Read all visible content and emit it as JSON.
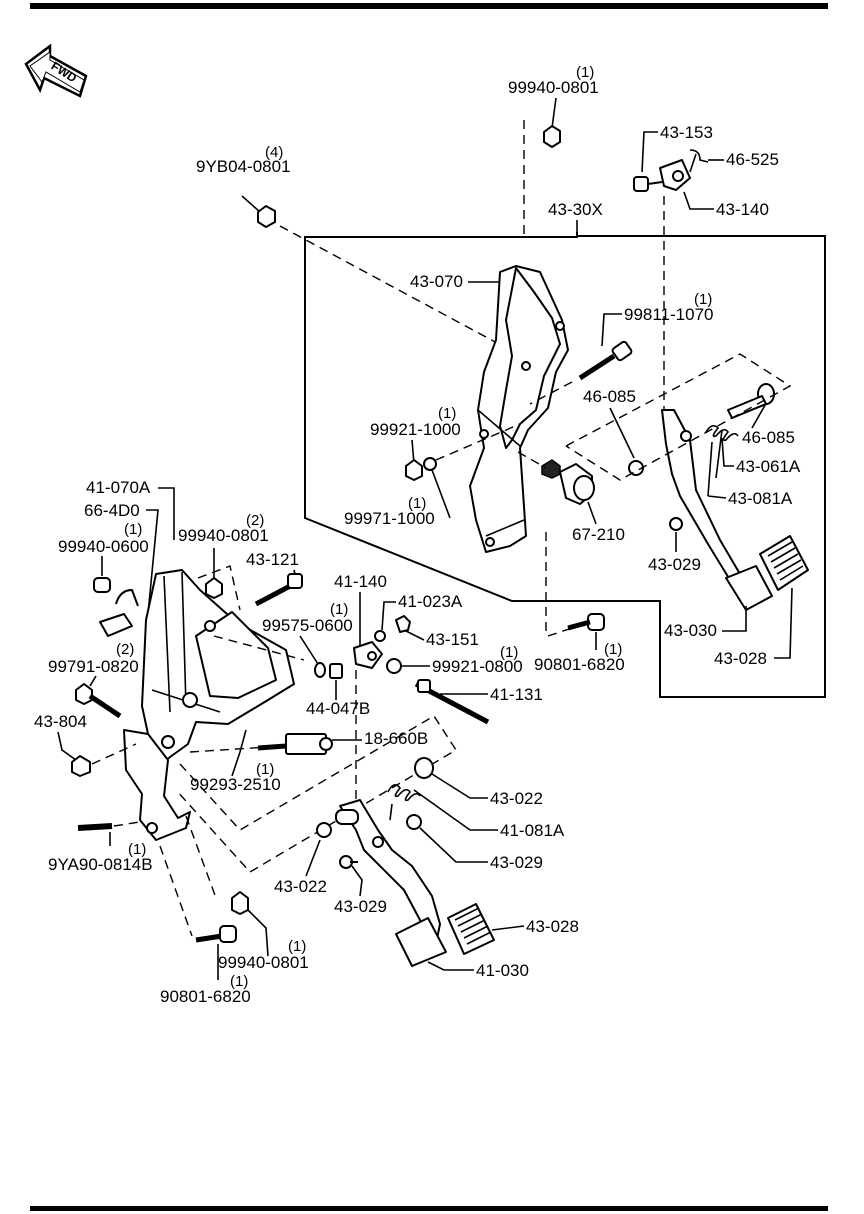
{
  "diagram": {
    "fwd_label": "FWD",
    "assembly_label": "43-30X",
    "colors": {
      "ink": "#000000",
      "paper": "#ffffff"
    },
    "labels": {
      "p_99940_0801_top": "99940-0801",
      "q_99940_0801_top": "(1)",
      "p_9yb04_0801": "9YB04-0801",
      "q_9yb04_0801": "(4)",
      "p_43_153": "43-153",
      "p_46_525": "46-525",
      "p_43_140": "43-140",
      "p_43_070": "43-070",
      "p_99811_1070": "99811-1070",
      "q_99811_1070": "(1)",
      "p_46_085_a": "46-085",
      "p_46_085_b": "46-085",
      "p_43_061a": "43-061A",
      "p_99921_1000": "99921-1000",
      "q_99921_1000": "(1)",
      "p_43_081a": "43-081A",
      "p_99971_1000": "99971-1000",
      "q_99971_1000": "(1)",
      "p_67_210": "67-210",
      "p_43_029_right": "43-029",
      "p_41_070a": "41-070A",
      "p_66_4d0": "66-4D0",
      "q_66_4d0": "(1)",
      "p_99940_0600": "99940-0600",
      "p_99940_0801_mid": "99940-0801",
      "q_99940_0801_mid": "(2)",
      "p_43_121": "43-121",
      "p_41_140": "41-140",
      "p_41_023a": "41-023A",
      "p_99575_0600": "99575-0600",
      "q_99575_0600": "(1)",
      "p_43_151": "43-151",
      "p_99921_0800": "99921-0800",
      "q_99921_0800": "(1)",
      "p_90801_6820_right": "90801-6820",
      "q_90801_6820_right": "(1)",
      "p_43_030": "43-030",
      "p_43_028_right": "43-028",
      "p_99791_0820": "99791-0820",
      "q_99791_0820": "(2)",
      "p_44_047b": "44-047B",
      "p_41_131": "41-131",
      "p_43_804": "43-804",
      "p_18_660b": "18-660B",
      "p_99293_2510": "99293-2510",
      "q_99293_2510": "(1)",
      "p_43_022_right": "43-022",
      "p_41_081a": "41-081A",
      "p_43_029_mid": "43-029",
      "p_9ya90_0814b": "9YA90-0814B",
      "q_9ya90_0814b": "(1)",
      "p_43_022_left": "43-022",
      "p_43_029_low": "43-029",
      "p_43_028_low": "43-028",
      "p_41_030": "41-030",
      "p_99940_0801_low": "99940-0801",
      "q_99940_0801_low": "(1)",
      "p_90801_6820_low": "90801-6820",
      "q_90801_6820_low": "(1)"
    }
  }
}
